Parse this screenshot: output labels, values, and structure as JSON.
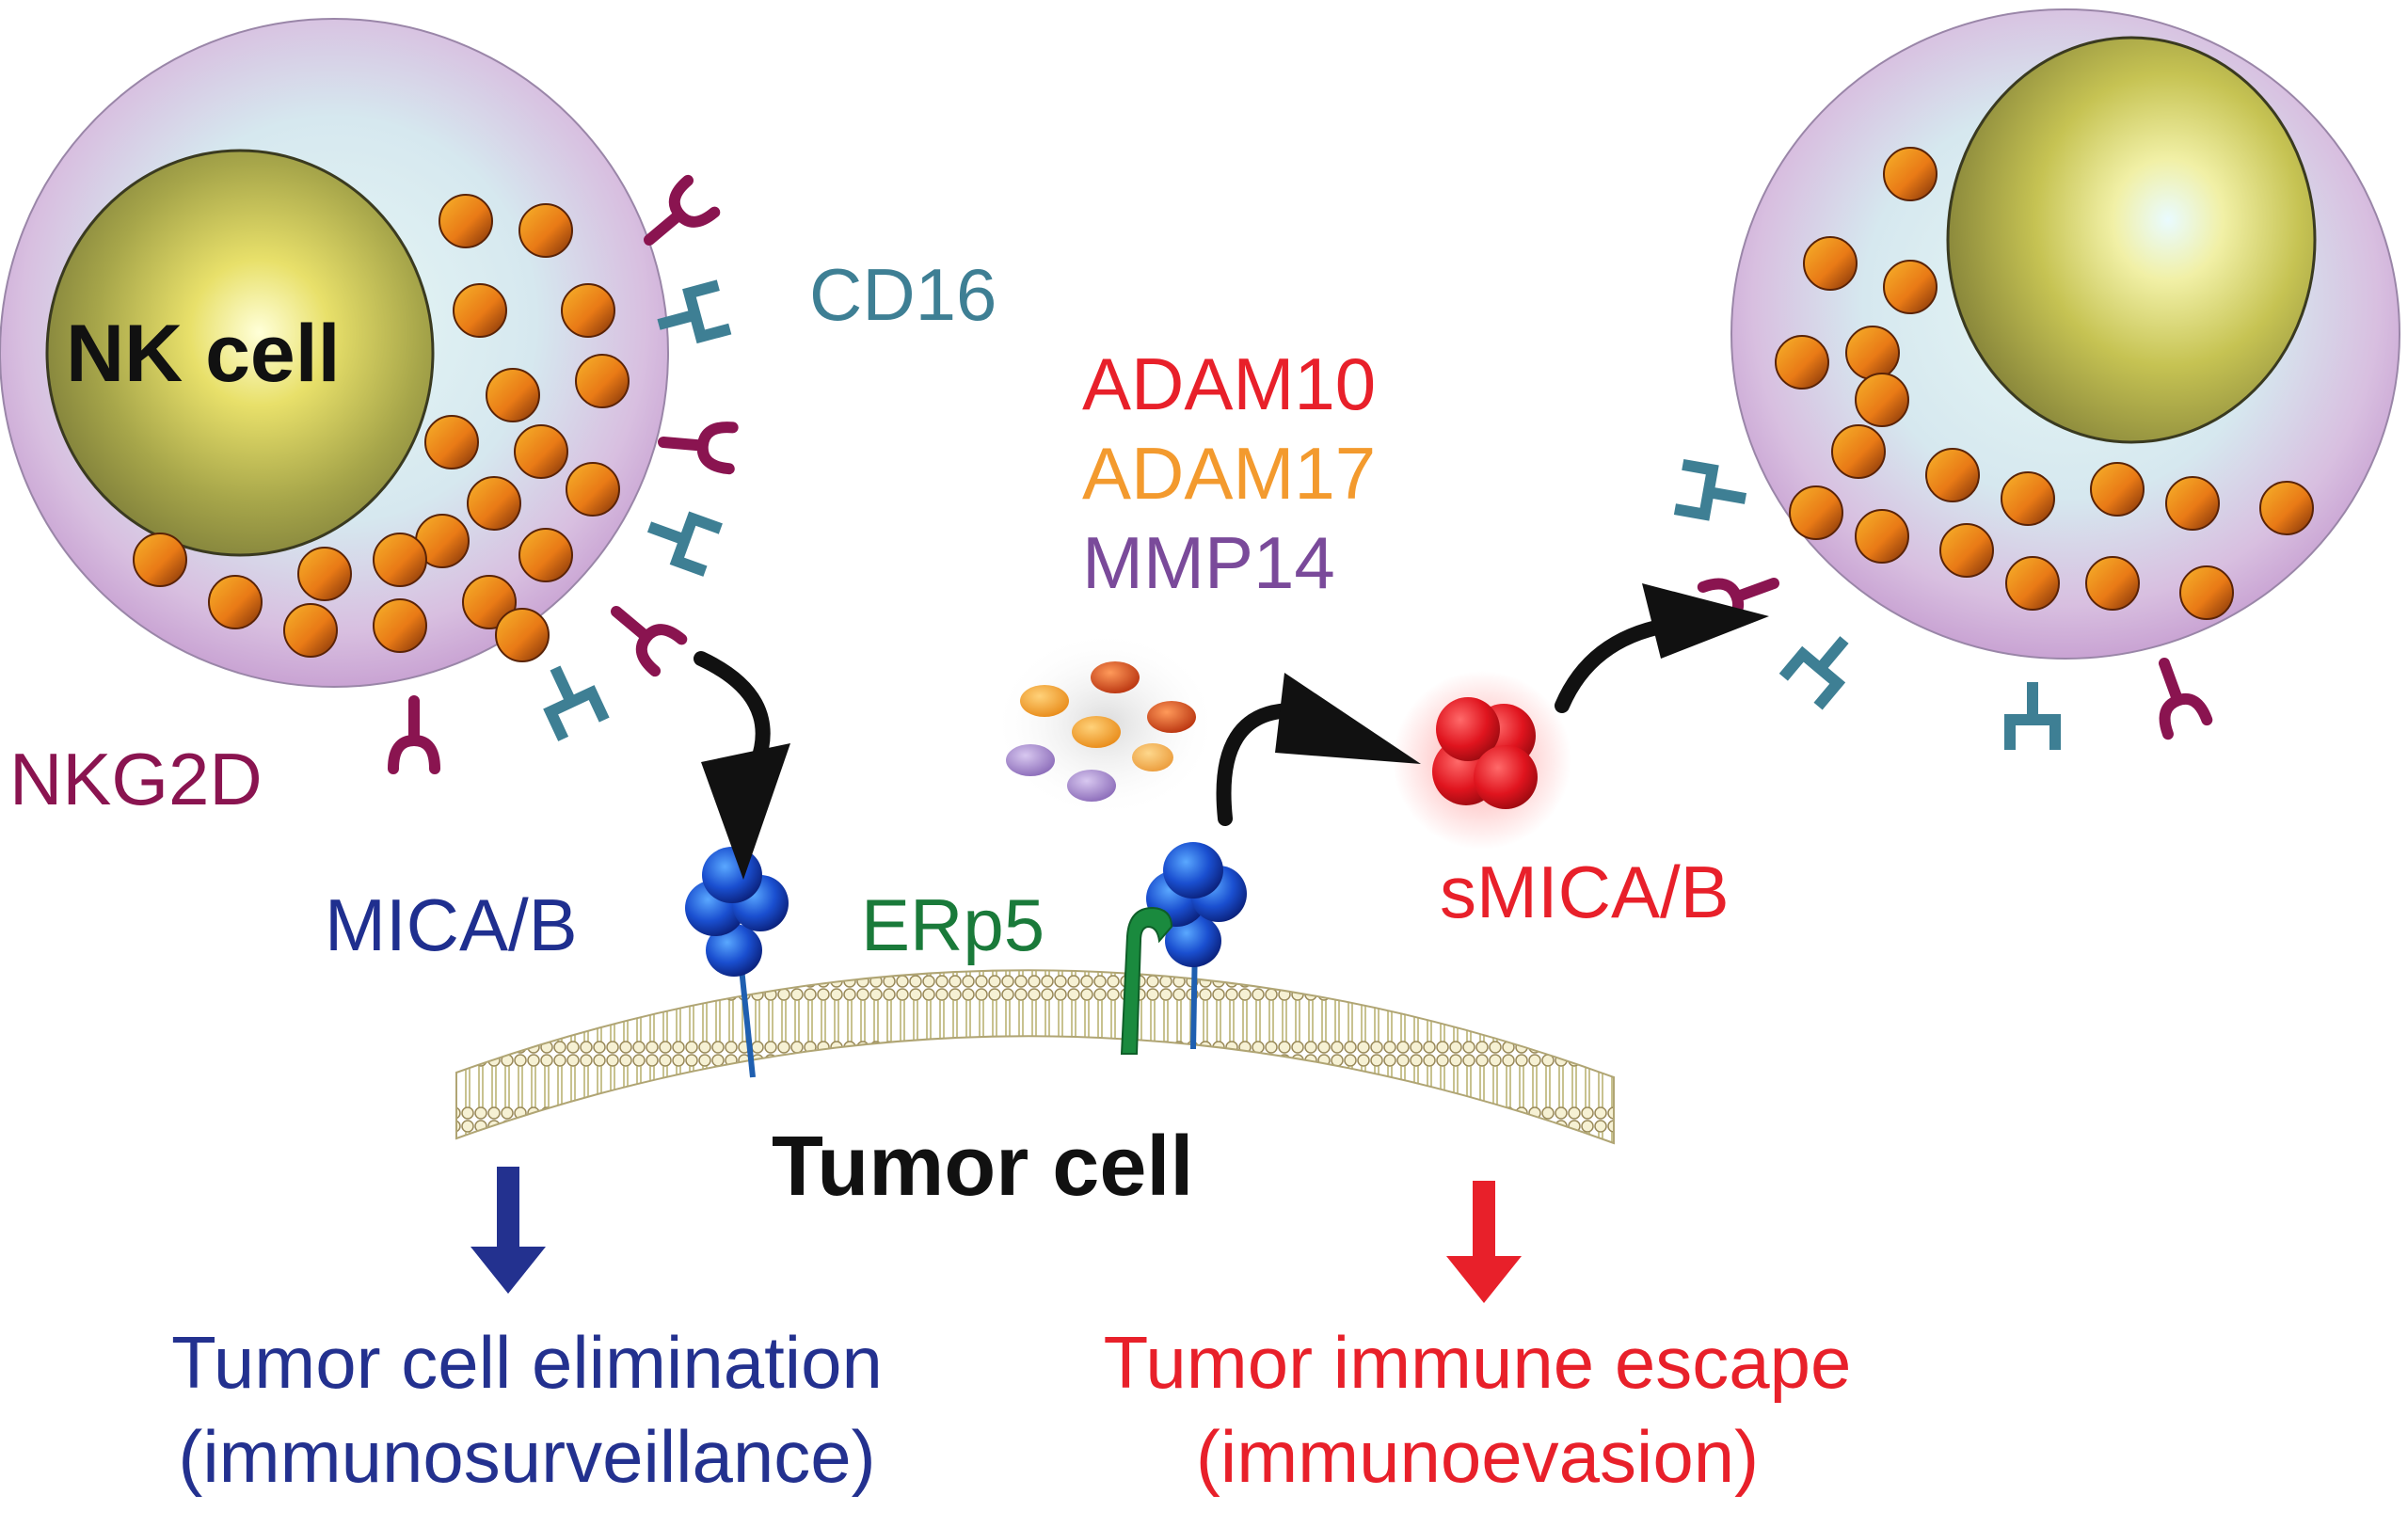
{
  "labels": {
    "nk_cell": "NK cell",
    "cd16": "CD16",
    "nkg2d": "NKG2D",
    "adam10": "ADAM10",
    "adam17": "ADAM17",
    "mmp14": "MMP14",
    "mica_b": "MICA/B",
    "erp5": "ERp5",
    "smica_b": "sMICA/B",
    "tumor_cell": "Tumor cell",
    "elimination_line1": "Tumor cell elimination",
    "elimination_line2": "(immunosurveillance)",
    "escape_line1": "Tumor immune escape",
    "escape_line2": "(immunoevasion)"
  },
  "colors": {
    "cd16": "#3e7f94",
    "nkg2d": "#8a1450",
    "adam10": "#e8202a",
    "adam17": "#f39a2e",
    "mmp14": "#7a4a9a",
    "mica_b": "#1f2f8f",
    "erp5": "#1a7a3a",
    "smica_b": "#e8202a",
    "elimination": "#23318f",
    "escape": "#e8202a",
    "text_dark": "#111111"
  },
  "icons": [
    "nk-cell-icon",
    "granule-icon",
    "receptor-cd16-icon",
    "receptor-nkg2d-icon",
    "mica-b-protein-icon",
    "erp5-icon",
    "protease-cluster-icon",
    "smica-b-icon",
    "membrane-icon",
    "curved-arrow-icon",
    "down-arrow-icon"
  ]
}
